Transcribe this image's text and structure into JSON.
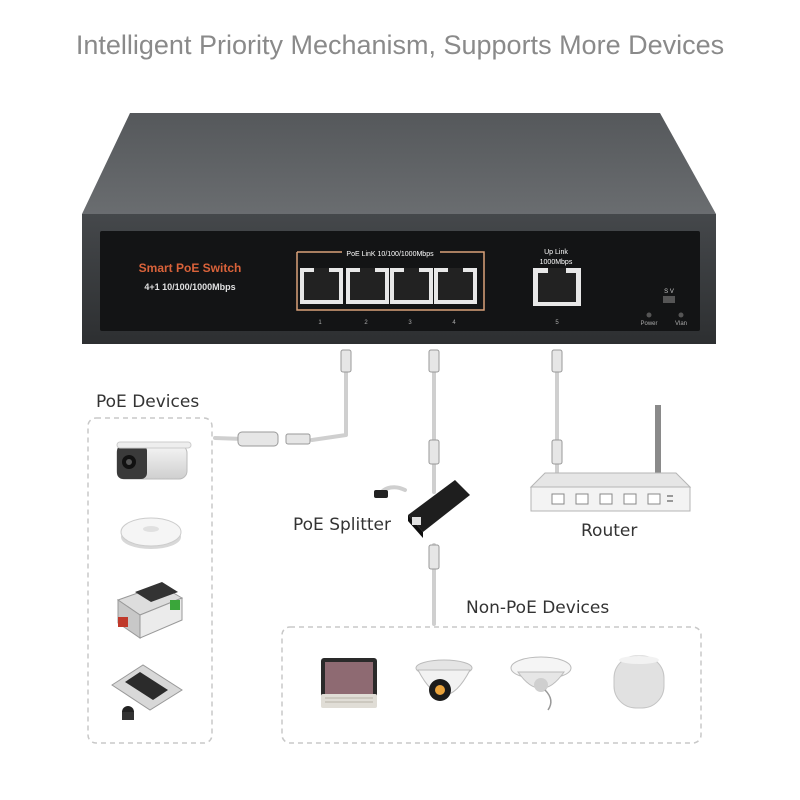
{
  "headline": "Intelligent Priority Mechanism, Supports More Devices",
  "switch": {
    "brand": "Smart PoE Switch",
    "spec": "4+1 10/100/1000Mbps",
    "poe_group_label": "PoE LinK  10/100/1000Mbps",
    "uplink_label_1": "Up Link",
    "uplink_label_2": "1000Mbps",
    "port_numbers": [
      "1",
      "2",
      "3",
      "4",
      "5"
    ],
    "switch_marks": "S  V",
    "led_power": "Power",
    "led_vlan": "Vlan"
  },
  "labels": {
    "poe_devices": "PoE Devices",
    "poe_splitter": "PoE Splitter",
    "router": "Router",
    "non_poe_devices": "Non-PoE Devices"
  },
  "colors": {
    "brand_text": "#d9623a",
    "port_frame": "#d9a27a",
    "chassis": "#4e5154",
    "headline": "#8a8a8a"
  }
}
